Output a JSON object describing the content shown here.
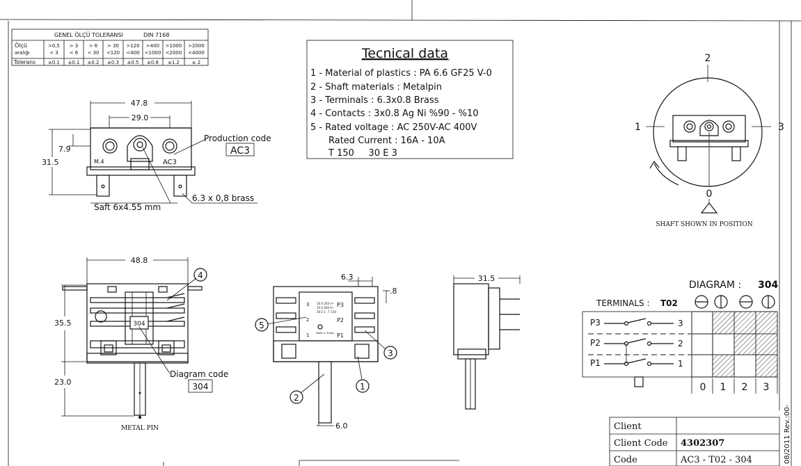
{
  "tolerance_table": {
    "title": "GENEL ÖLÇÜ TOLERANSI",
    "standard": "DIN 7168",
    "row_label_1a": "Ölçü",
    "row_label_1b": "aralığı",
    "ranges_top": [
      ">0,5",
      "> 3",
      "> 6",
      "> 30",
      ">120",
      ">400",
      ">1000",
      ">2000"
    ],
    "ranges_bottom": [
      "< 3",
      "< 6",
      "< 30",
      "<120",
      "<400",
      "<1000",
      "<2000",
      "<4000"
    ],
    "row_label_2": "Tolerans",
    "tolerances": [
      "±0.1",
      "±0.1",
      "±0.2",
      "±0.3",
      "±0.5",
      "±0.8",
      "±1.2",
      "± 2"
    ]
  },
  "technical_data": {
    "title": "Tecnical data",
    "lines": [
      "1 - Material of plastics : PA 6.6 GF25 V-0",
      "2 - Shaft materials : Metalpin",
      "3 - Terminals : 6.3x0.8 Brass",
      "4 - Contacts : 3x0.8 Ag Ni %90 - %10",
      "5 - Rated voltage : AC 250V-AC 400V",
      "Rated Current : 16A - 10A",
      "T 150     30 E 3"
    ]
  },
  "front_view": {
    "dim_width": "47.8",
    "dim_holes": "29.0",
    "dim_left": "7.9",
    "dim_height": "31.5",
    "label_m4": "M.4",
    "label_ac3": "AC3",
    "production_code_label": "Production code",
    "production_code": "AC3",
    "shaft_label": "Saft 6x4.55 mm",
    "terminal_label": "6.3 x 0,8 brass"
  },
  "position_view": {
    "positions": [
      "2",
      "1",
      "3",
      "0"
    ],
    "caption": "SHAFT SHOWN IN POSITION"
  },
  "side_view": {
    "dim_width": "48.8",
    "dim_height": "35.5",
    "dim_shaft": "23.0",
    "callout": "4",
    "inner_code": "304",
    "diagram_code_label": "Diagram code",
    "diagram_code": "304",
    "shaft_label": "METAL PIN"
  },
  "top_view": {
    "dim_terminal": "6.3",
    "dim_thickness": ".8",
    "dim_shaft": "6.0",
    "callouts": [
      "5",
      "3",
      "2",
      "1"
    ],
    "terminal_labels": [
      "3",
      "2",
      "1",
      "P3",
      "P2",
      "P1"
    ],
    "label_lines": [
      "16 A 250 V~",
      "10 A 400 V~",
      "30 E 3   T 150"
    ],
    "made_in": "Made in Turkey"
  },
  "end_view": {
    "dim_width": "31.5"
  },
  "switch_diagram": {
    "title_prefix": "DIAGRAM :",
    "title_number": "304",
    "terminals_label": "TERMINALS :",
    "terminals_code": "T02",
    "rows": [
      {
        "label": "P3",
        "end": "3",
        "hatched": [
          false,
          true,
          true,
          true
        ]
      },
      {
        "label": "P2",
        "end": "2",
        "hatched": [
          false,
          false,
          true,
          true
        ]
      },
      {
        "label": "P1",
        "end": "1",
        "hatched": [
          false,
          true,
          false,
          true
        ]
      }
    ],
    "positions": [
      "0",
      "1",
      "2",
      "3"
    ]
  },
  "title_block": {
    "rows": [
      {
        "label": "Client",
        "value": ""
      },
      {
        "label": "Client Code",
        "value": "4302307"
      },
      {
        "label": "Code",
        "value": "AC3 - T02 - 304"
      }
    ],
    "revision": "08/2011 Rev.:00-"
  }
}
